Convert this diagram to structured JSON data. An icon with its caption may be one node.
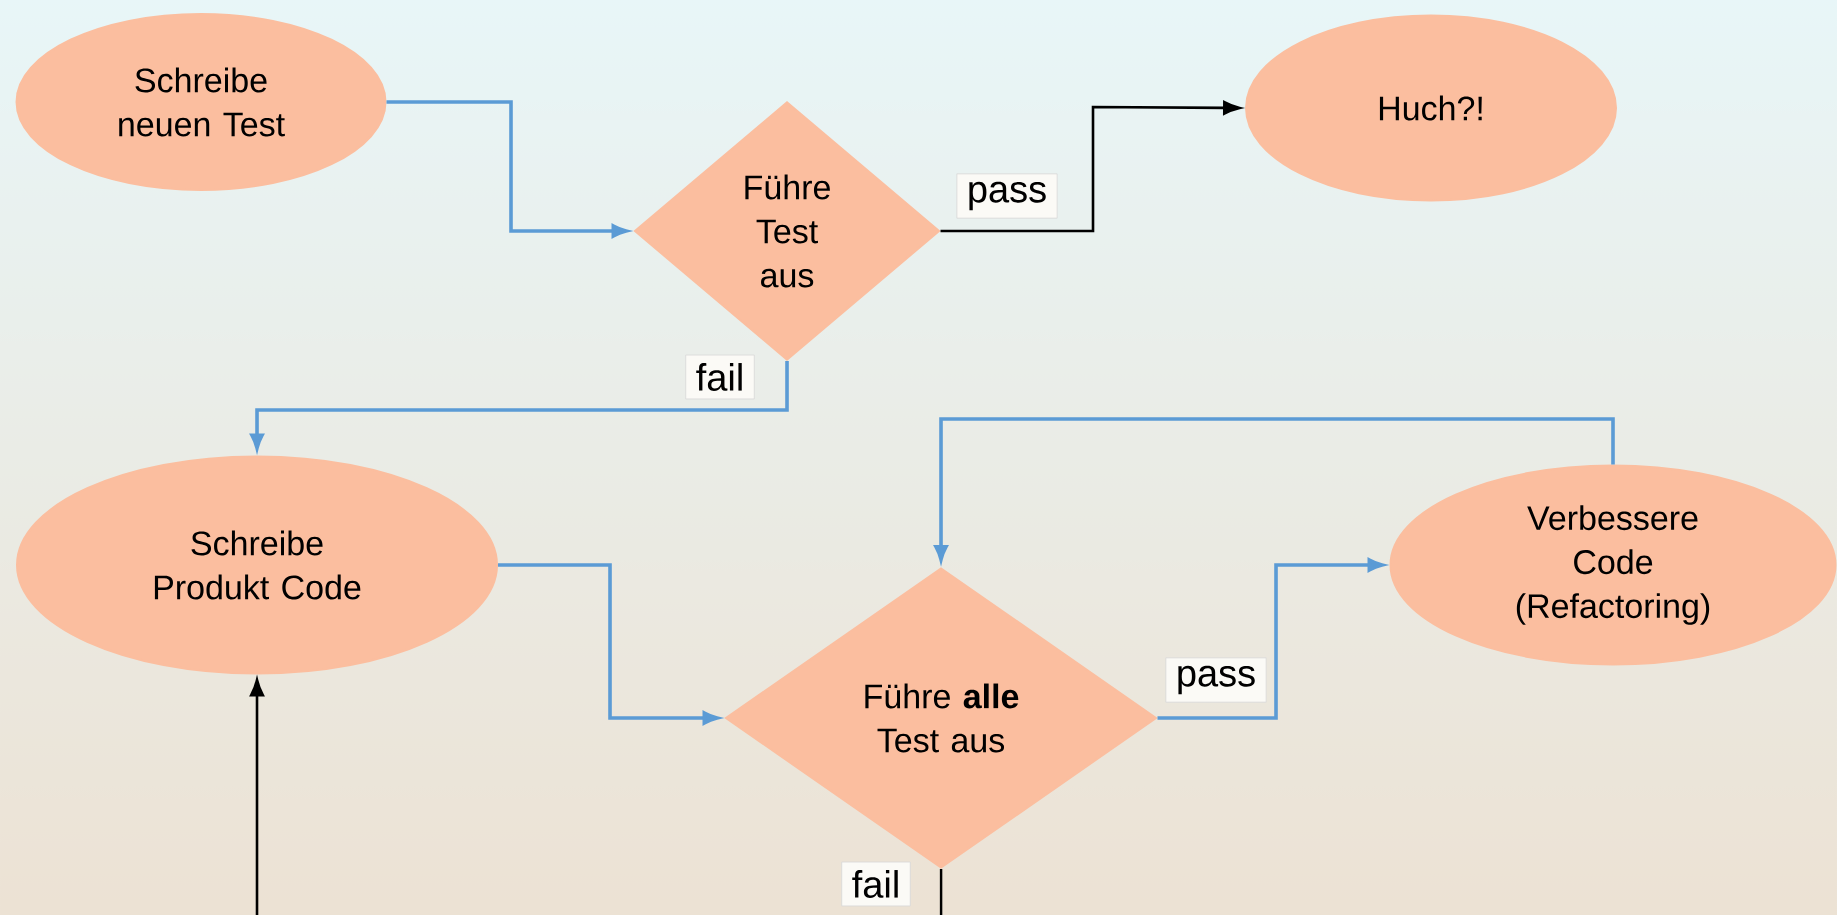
{
  "diagram": {
    "nodes": [
      {
        "text": [
          "Schreibe neuen Test"
        ]
      },
      {
        "text": [
          "Führe Test aus"
        ]
      },
      {
        "text": [
          "Huch?!"
        ]
      },
      {
        "text": [
          "Schreibe Produkt Code"
        ]
      },
      {
        "text": [
          "Führe **alle** Test aus"
        ]
      },
      {
        "text": [
          "Verbessere Code (Refactoring)"
        ]
      }
    ],
    "edges": [
      {
        "from": 0,
        "to": 1,
        "arrow": "to"
      },
      {
        "from": 1,
        "to": 2,
        "arrow": "to",
        "label": "pass",
        "color": "#000000"
      },
      {
        "from": 1,
        "to": 3,
        "arrow": "to",
        "label": "fail"
      },
      {
        "from": 3,
        "to": 4,
        "arrow": "to"
      },
      {
        "from": 4,
        "to": 5,
        "arrow": "to",
        "label": "pass"
      },
      {
        "from": 5,
        "to": 4,
        "arrow": "to"
      },
      {
        "from": 4,
        "to": null,
        "arrow": "none",
        "label": "fail",
        "color": "#000000"
      },
      {
        "from": null,
        "to": 3,
        "arrow": "to",
        "color": "#000000"
      }
    ]
  }
}
